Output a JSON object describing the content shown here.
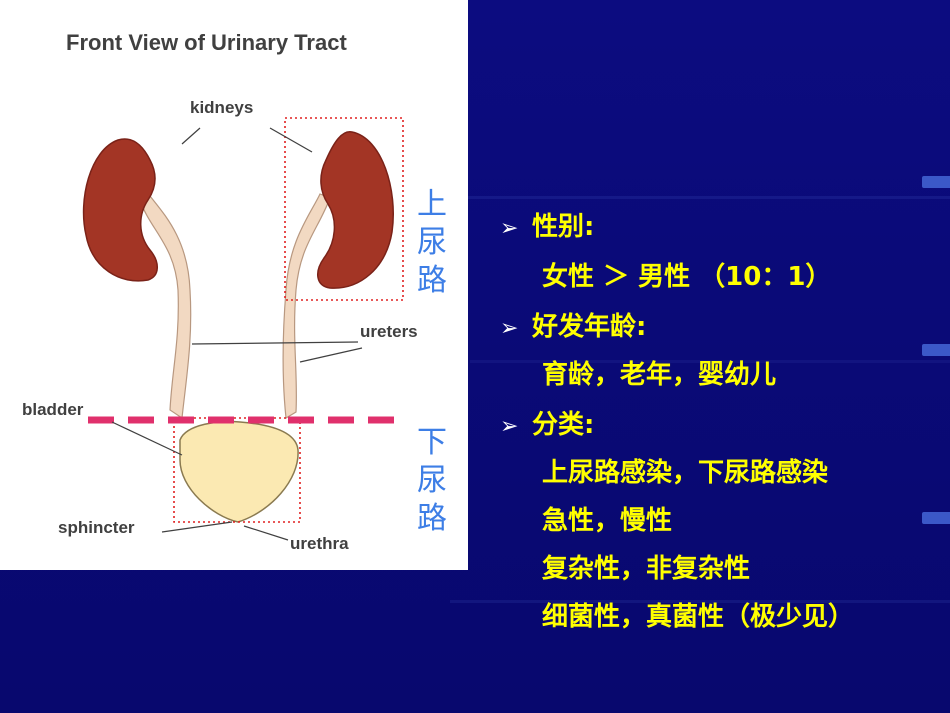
{
  "figure": {
    "title": "Front View of Urinary Tract",
    "labels": {
      "kidneys": "kidneys",
      "ureters": "ureters",
      "bladder": "bladder",
      "sphincter": "sphincter",
      "urethra": "urethra"
    },
    "upper_tract_label": [
      "上",
      "尿",
      "路"
    ],
    "lower_tract_label": [
      "下",
      "尿",
      "路"
    ],
    "colors": {
      "kidney": "#a33525",
      "ureter": "#f2d9c2",
      "bladder": "#fbe9b2",
      "dashed_line": "#e0306c",
      "dotted_box": "#e02020"
    }
  },
  "content": {
    "bullet_icon": "arrow-bullet-icon",
    "items": [
      {
        "heading": "性别:",
        "lines": [
          "女性 ＞ 男性 （10：1）"
        ]
      },
      {
        "heading": "好发年龄:",
        "lines": [
          "育龄，老年，婴幼儿"
        ]
      },
      {
        "heading": "分类:",
        "lines": [
          "上尿路感染，下尿路感染",
          "急性，慢性",
          "复杂性，非复杂性",
          "细菌性，真菌性（极少见）"
        ]
      }
    ]
  },
  "theme": {
    "background": "#0a0a78",
    "text": "#ffff00",
    "bullet": "#ffffff",
    "region_label": "#3d7ee6"
  }
}
